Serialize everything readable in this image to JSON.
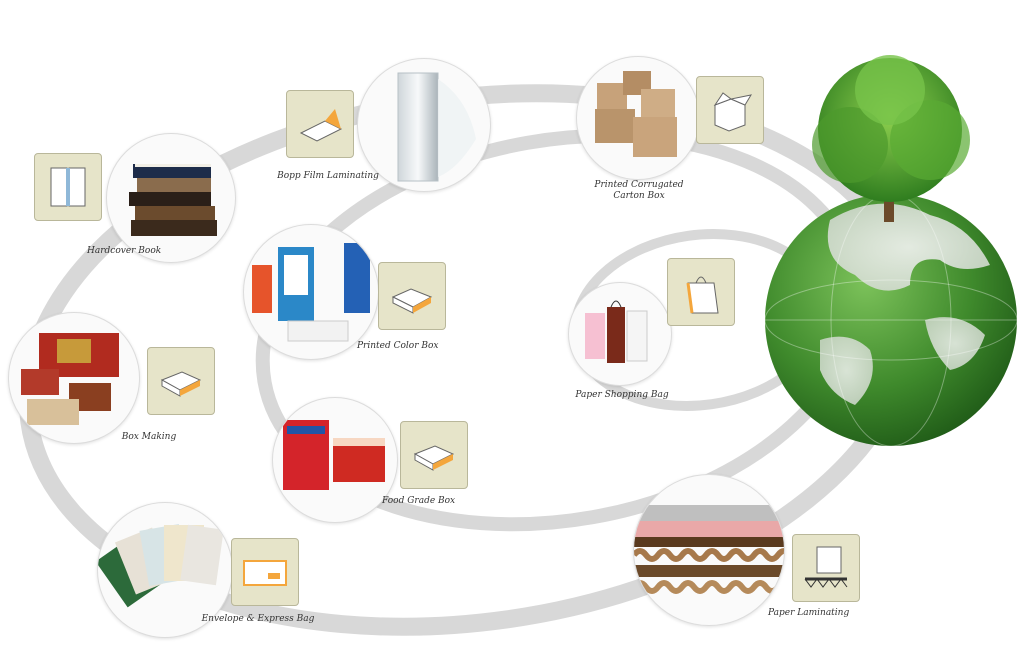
{
  "colors": {
    "background": "#ffffff",
    "ring": "#d6d6d6",
    "badge_fill": "#e6e4c9",
    "badge_border": "#b9b79a",
    "label_text": "#333333",
    "globe_green": "#3f8a2c",
    "accent_orange": "#f08a1c"
  },
  "products": [
    {
      "id": "hardcover-book",
      "label": "Hardcover Book",
      "image": "stacked-books",
      "icon": "hardcover-book-icon"
    },
    {
      "id": "bopp-film",
      "label": "Bopp Film Laminating",
      "image": "film-roll",
      "icon": "film-sheet-icon"
    },
    {
      "id": "corrugated-box",
      "label": "Printed Corrugated\nCarton Box",
      "image": "carton-boxes",
      "icon": "open-carton-icon"
    },
    {
      "id": "color-box",
      "label": "Printed Color Box",
      "image": "retail-boxes",
      "icon": "folded-box-icon"
    },
    {
      "id": "shopping-bag",
      "label": "Paper Shopping Bag",
      "image": "paper-bags",
      "icon": "shopping-bag-icon"
    },
    {
      "id": "box-making",
      "label": "Box Making",
      "image": "gift-boxes",
      "icon": "box-blank-icon"
    },
    {
      "id": "food-box",
      "label": "Food Grade Box",
      "image": "food-boxes",
      "icon": "food-box-icon"
    },
    {
      "id": "envelope",
      "label": "Envelope & Express Bag",
      "image": "envelope-fan",
      "icon": "envelope-icon"
    },
    {
      "id": "paper-laminating",
      "label": "Paper Laminating",
      "image": "corrugated-layers",
      "icon": "laminate-sheet-icon"
    }
  ],
  "centerpiece": {
    "image": "tree-on-globe"
  }
}
